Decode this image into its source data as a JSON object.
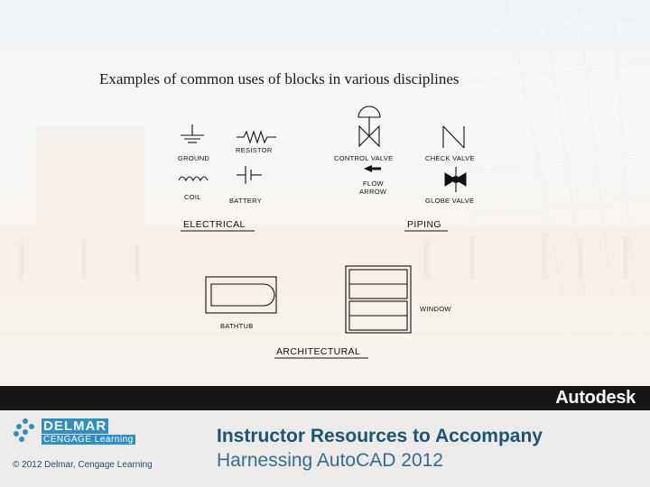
{
  "slide": {
    "title": "Examples of common uses of blocks in various disciplines"
  },
  "symbols": {
    "electrical": {
      "category": "ELECTRICAL",
      "ground": "GROUND",
      "resistor": "RESISTOR",
      "coil": "COIL",
      "battery": "BATTERY"
    },
    "piping": {
      "category": "PIPING",
      "control_valve": "CONTROL  VALVE",
      "check_valve": "CHECK  VALVE",
      "flow_arrow_1": "FLOW",
      "flow_arrow_2": "ARROW",
      "globe_valve": "GLOBE  VALVE"
    },
    "architectural": {
      "category": "ARCHITECTURAL",
      "bathtub": "BATHTUB",
      "window": "WINDOW"
    }
  },
  "footer": {
    "brand": "Autodesk",
    "publisher_name": "DELMAR",
    "publisher_sub": "CENGAGE Learning",
    "copyright": "© 2012 Delmar, Cengage Learning",
    "resource_title": "Instructor Resources to Accompany",
    "resource_subtitle": "Harnessing AutoCAD 2012"
  },
  "colors": {
    "footer_bar": "#161616",
    "title_blue": "#1b5576",
    "subtitle_blue": "#2f6f93",
    "delmar_blue": "#2f8fc4"
  }
}
